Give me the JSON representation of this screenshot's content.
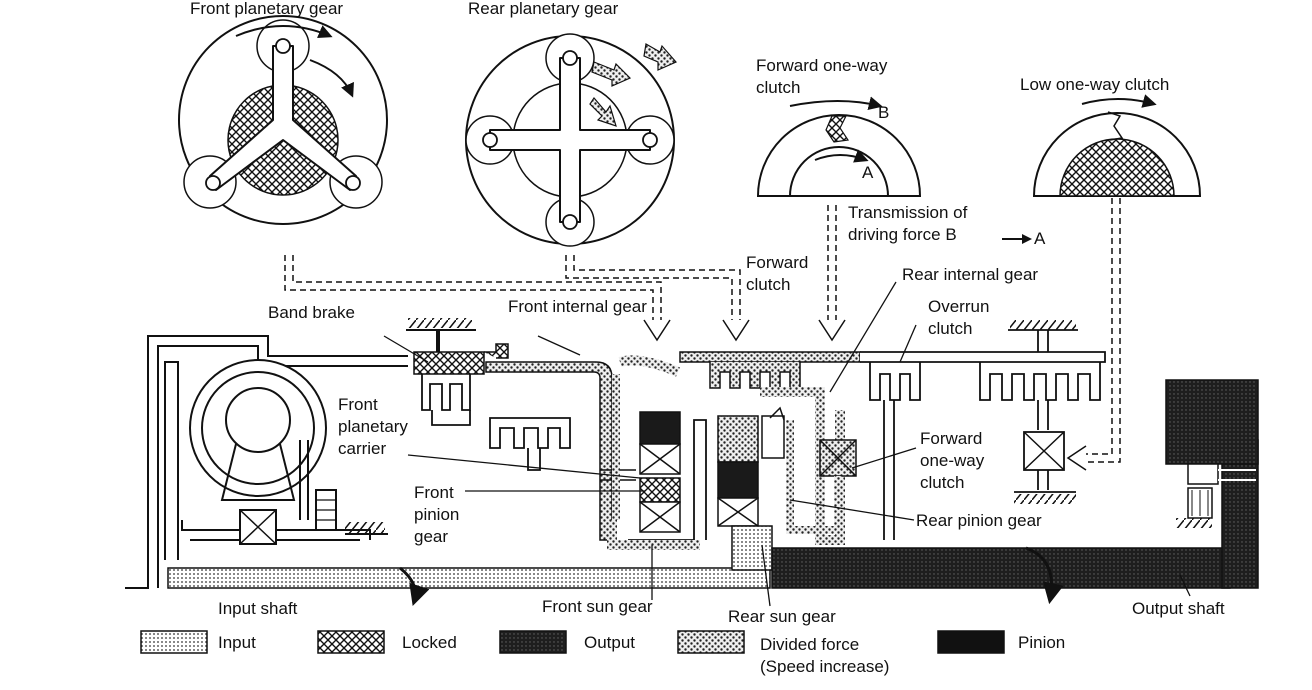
{
  "labels": {
    "front_planetary_gear": "Front planetary gear",
    "rear_planetary_gear": "Rear planetary gear",
    "forward_one_way_clutch_top": "Forward one-way clutch",
    "point_b": "B",
    "point_a": "A",
    "low_one_way_clutch": "Low one-way clutch",
    "transmission_of_driving_force": "Transmission of driving force B",
    "transmission_arrow_target": "A",
    "forward_clutch": "Forward clutch",
    "rear_internal_gear": "Rear internal gear",
    "overrun_clutch": "Overrun clutch",
    "band_brake": "Band brake",
    "front_internal_gear": "Front internal gear",
    "front_planetary_carrier": "Front planetary carrier",
    "front_pinion_gear": "Front pinion gear",
    "forward_one_way_clutch_side": "Forward one-way clutch",
    "rear_pinion_gear": "Rear pinion gear",
    "input_shaft": "Input shaft",
    "front_sun_gear": "Front sun gear",
    "rear_sun_gear": "Rear sun gear",
    "output_shaft": "Output shaft"
  },
  "legend": [
    {
      "key": "input",
      "label": "Input",
      "pattern": "dots-light"
    },
    {
      "key": "locked",
      "label": "Locked",
      "pattern": "crosshatch"
    },
    {
      "key": "output",
      "label": "Output",
      "pattern": "dark"
    },
    {
      "key": "divided",
      "label": "Divided force",
      "sublabel": "(Speed increase)",
      "pattern": "dots-medium"
    },
    {
      "key": "pinion",
      "label": "Pinion",
      "pattern": "black"
    }
  ],
  "colors": {
    "ink": "#111111",
    "dark": "#222222",
    "dots": "#cfcfcf"
  }
}
